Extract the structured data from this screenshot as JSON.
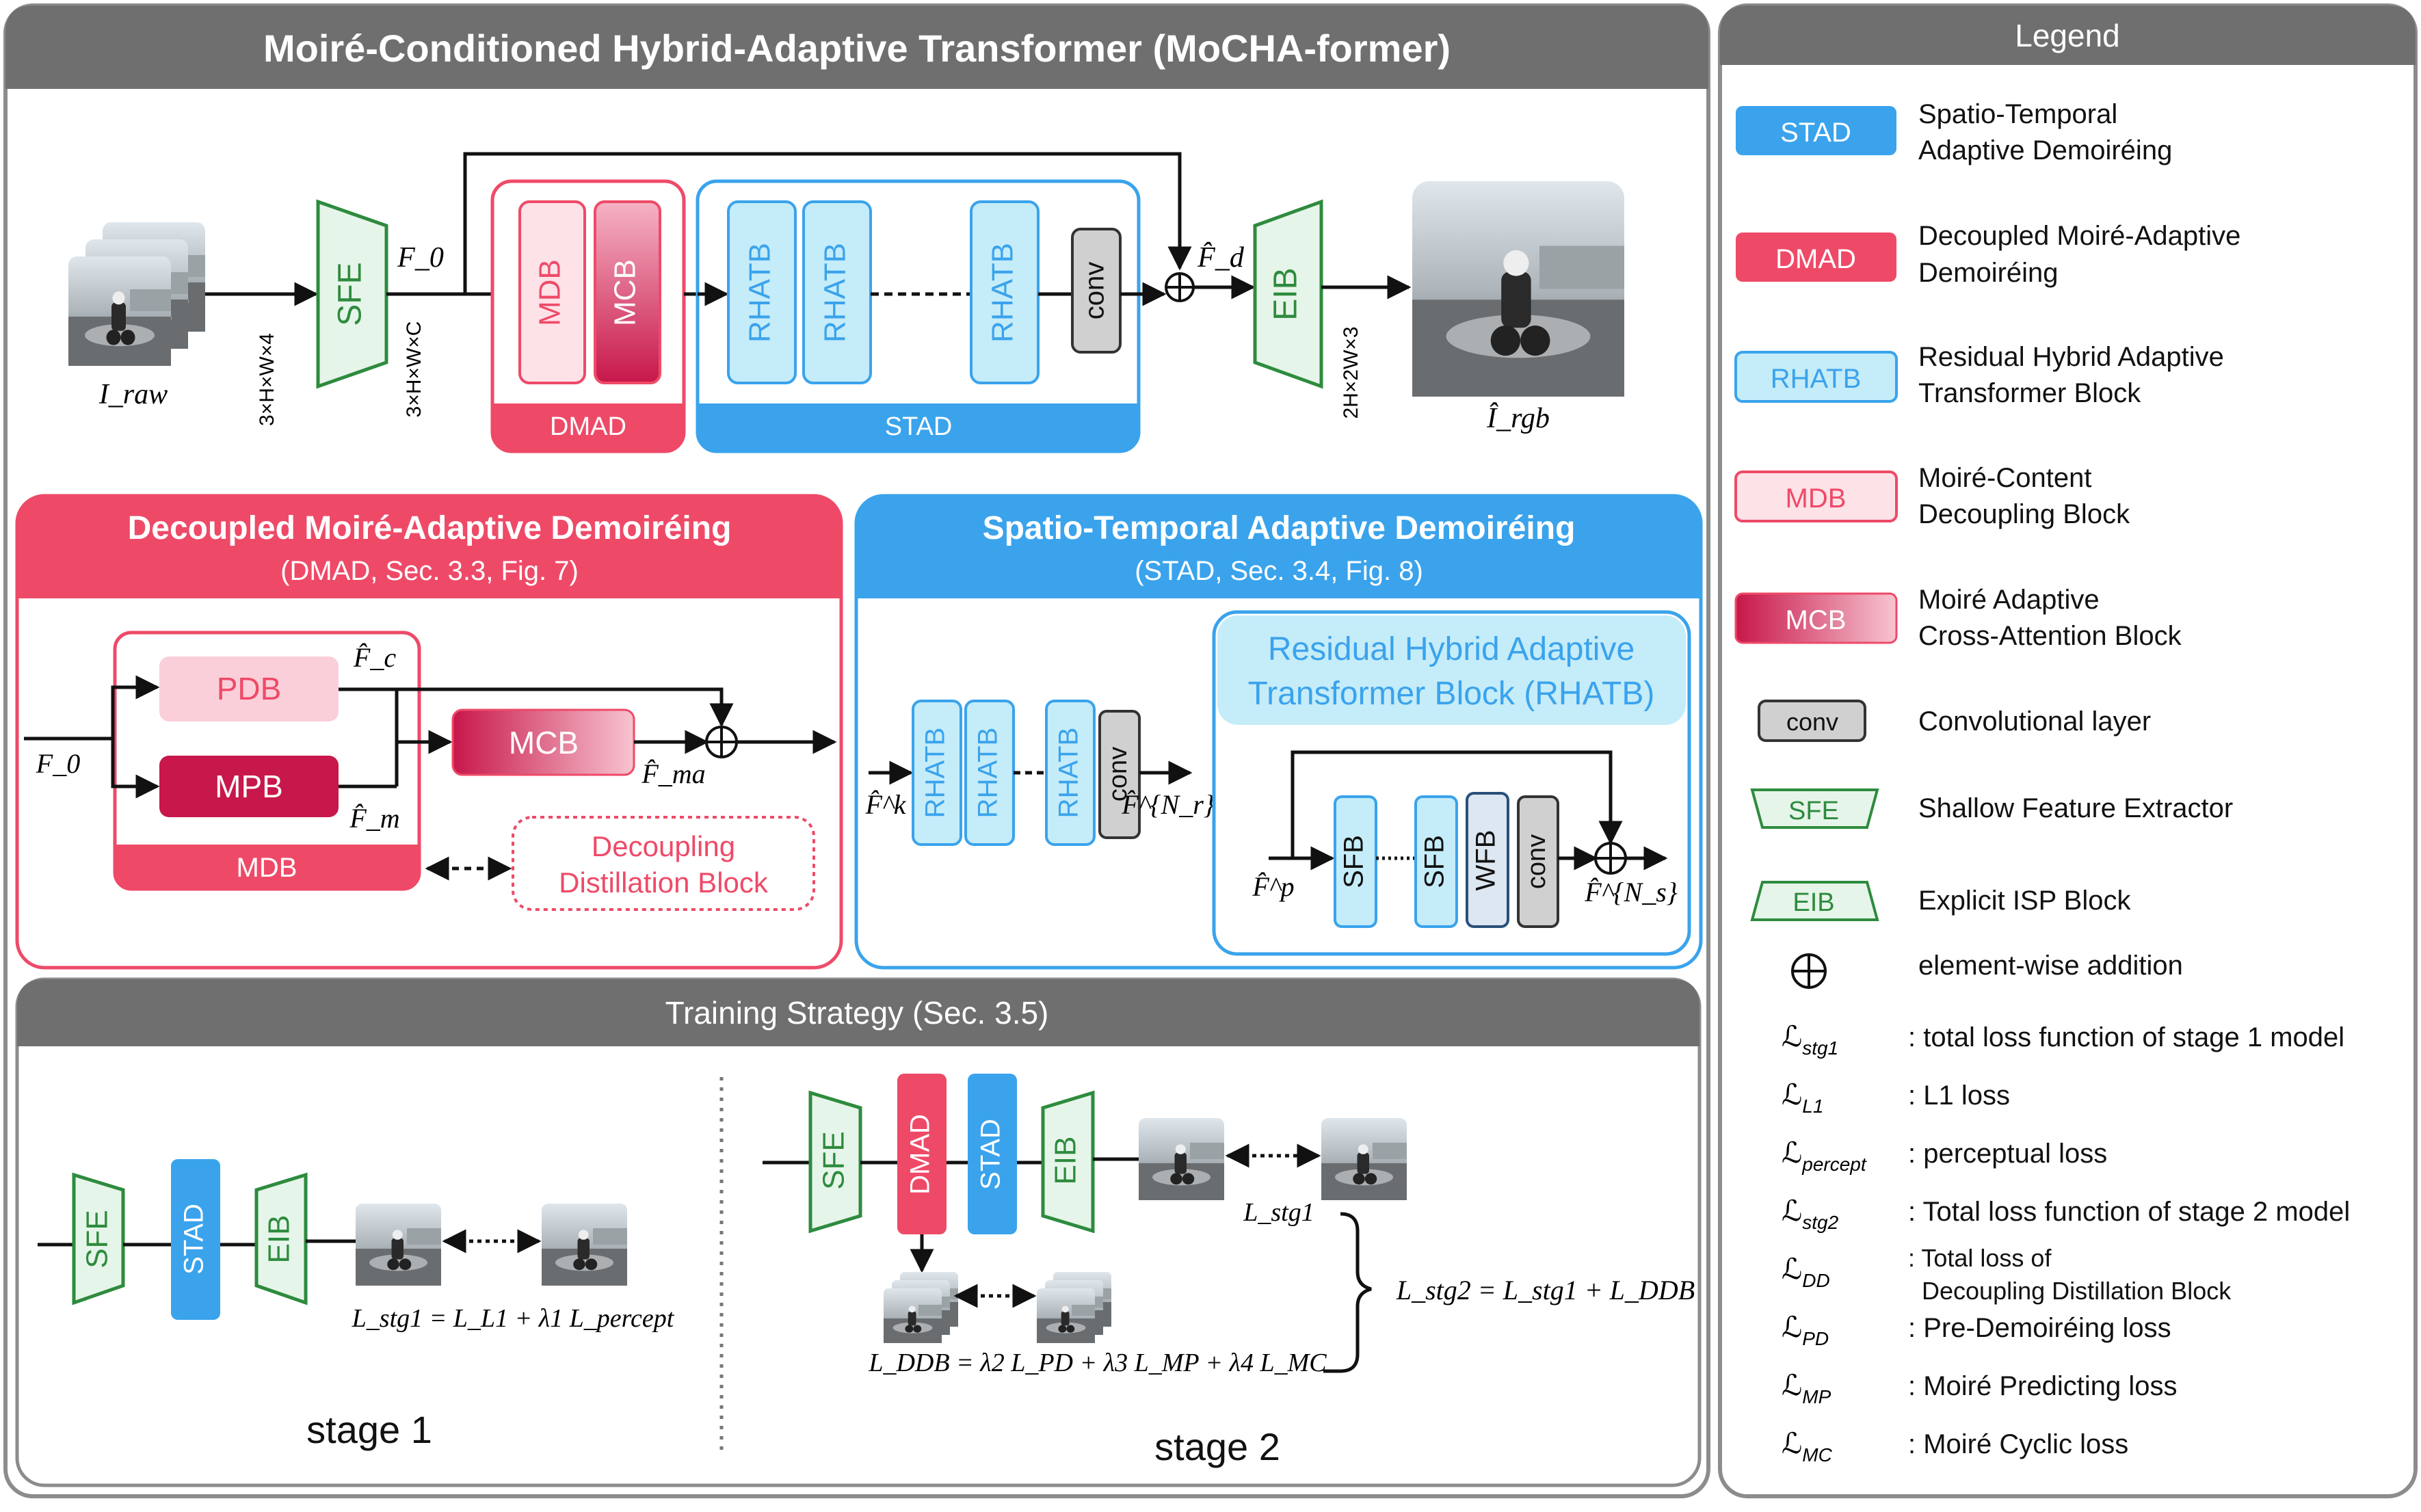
{
  "main": {
    "title": "Moiré-Conditioned Hybrid-Adaptive Transformer (MoCHA-former)",
    "input_label": "I_raw",
    "dim_in": "3×H×W×4",
    "dim_feat": "3×H×W×C",
    "dim_out": "2H×2W×3",
    "f0_label": "F_0",
    "fd_label": "F̂_d",
    "output_label": "Î_rgb",
    "blocks": {
      "sfe": "SFE",
      "mdb": "MDB",
      "mcb": "MCB",
      "dmad": "DMAD",
      "rhatb": "RHATB",
      "conv": "conv",
      "stad": "STAD",
      "eib": "EIB"
    }
  },
  "dmad_panel": {
    "title": "Decoupled Moiré-Adaptive Demoiréing",
    "subtitle": "(DMAD, Sec. 3.3, Fig. 7)",
    "pdb": "PDB",
    "mpb": "MPB",
    "mcb": "MCB",
    "mdb": "MDB",
    "f0": "F_0",
    "fc": "F̂_c",
    "fm": "F̂_m",
    "fma": "F̂_ma",
    "ddb_line1": "Decoupling",
    "ddb_line2": "Distillation Block"
  },
  "stad_panel": {
    "title": "Spatio-Temporal Adaptive Demoiréing",
    "subtitle": "(STAD, Sec. 3.4, Fig. 8)",
    "rhatb": "RHATB",
    "conv": "conv",
    "fk": "F̂^k",
    "fnr": "F̂^{N_r}",
    "inner_title_1": "Residual Hybrid Adaptive",
    "inner_title_2": "Transformer Block (RHATB)",
    "sfb": "SFB",
    "wfb": "WFB",
    "fp": "F̂^p",
    "fns": "F̂^{N_s}"
  },
  "training": {
    "title": "Training Strategy (Sec. 3.5)",
    "stage1": "stage 1",
    "stage2": "stage 2",
    "stage1_loss": "L_stg1 = L_L1 + λ1 L_percept",
    "stage2_loss_stg1": "L_stg1",
    "stage2_loss": "L_stg2 = L_stg1 + L_DDB",
    "ddb_loss": "L_DDB = λ2 L_PD + λ3 L_MP + λ4 L_MC"
  },
  "legend": {
    "title": "Legend",
    "items": [
      {
        "tag": "STAD",
        "desc1": "Spatio-Temporal",
        "desc2": "Adaptive Demoiréing"
      },
      {
        "tag": "DMAD",
        "desc1": "Decoupled Moiré-Adaptive",
        "desc2": "Demoiréing"
      },
      {
        "tag": "RHATB",
        "desc1": "Residual Hybrid Adaptive",
        "desc2": "Transformer Block"
      },
      {
        "tag": "MDB",
        "desc1": "Moiré-Content",
        "desc2": "Decoupling Block"
      },
      {
        "tag": "MCB",
        "desc1": "Moiré Adaptive",
        "desc2": "Cross-Attention Block"
      },
      {
        "tag": "conv",
        "desc1": "Convolutional layer",
        "desc2": ""
      },
      {
        "tag": "SFE",
        "desc1": "Shallow Feature Extractor",
        "desc2": ""
      },
      {
        "tag": "EIB",
        "desc1": "Explicit ISP Block",
        "desc2": ""
      },
      {
        "tag": "⊕",
        "desc1": "element-wise addition",
        "desc2": ""
      }
    ],
    "losses": [
      {
        "sym": "stg1",
        "desc": ": total loss function of stage 1 model"
      },
      {
        "sym": "L1",
        "desc": ": L1 loss"
      },
      {
        "sym": "percept",
        "desc": ": perceptual loss"
      },
      {
        "sym": "stg2",
        "desc": ": Total loss function of stage 2 model"
      },
      {
        "sym": "DD",
        "desc1": ": Total loss of",
        "desc2": "Decoupling Distillation Block"
      },
      {
        "sym": "PD",
        "desc": ": Pre-Demoiréing loss"
      },
      {
        "sym": "MP",
        "desc": ": Moiré Predicting loss"
      },
      {
        "sym": "MC",
        "desc": ": Moiré Cyclic loss"
      }
    ]
  },
  "colors": {
    "stad_blue": "#3aa3ec",
    "dmad_red": "#ee4a68",
    "rhatb_fill": "#c5ecf9",
    "mdb_fill": "#fde2e8",
    "mpb_dark": "#c8174a",
    "sfe_green": "#2e8b3e",
    "header_gray": "#6f6f6f"
  }
}
